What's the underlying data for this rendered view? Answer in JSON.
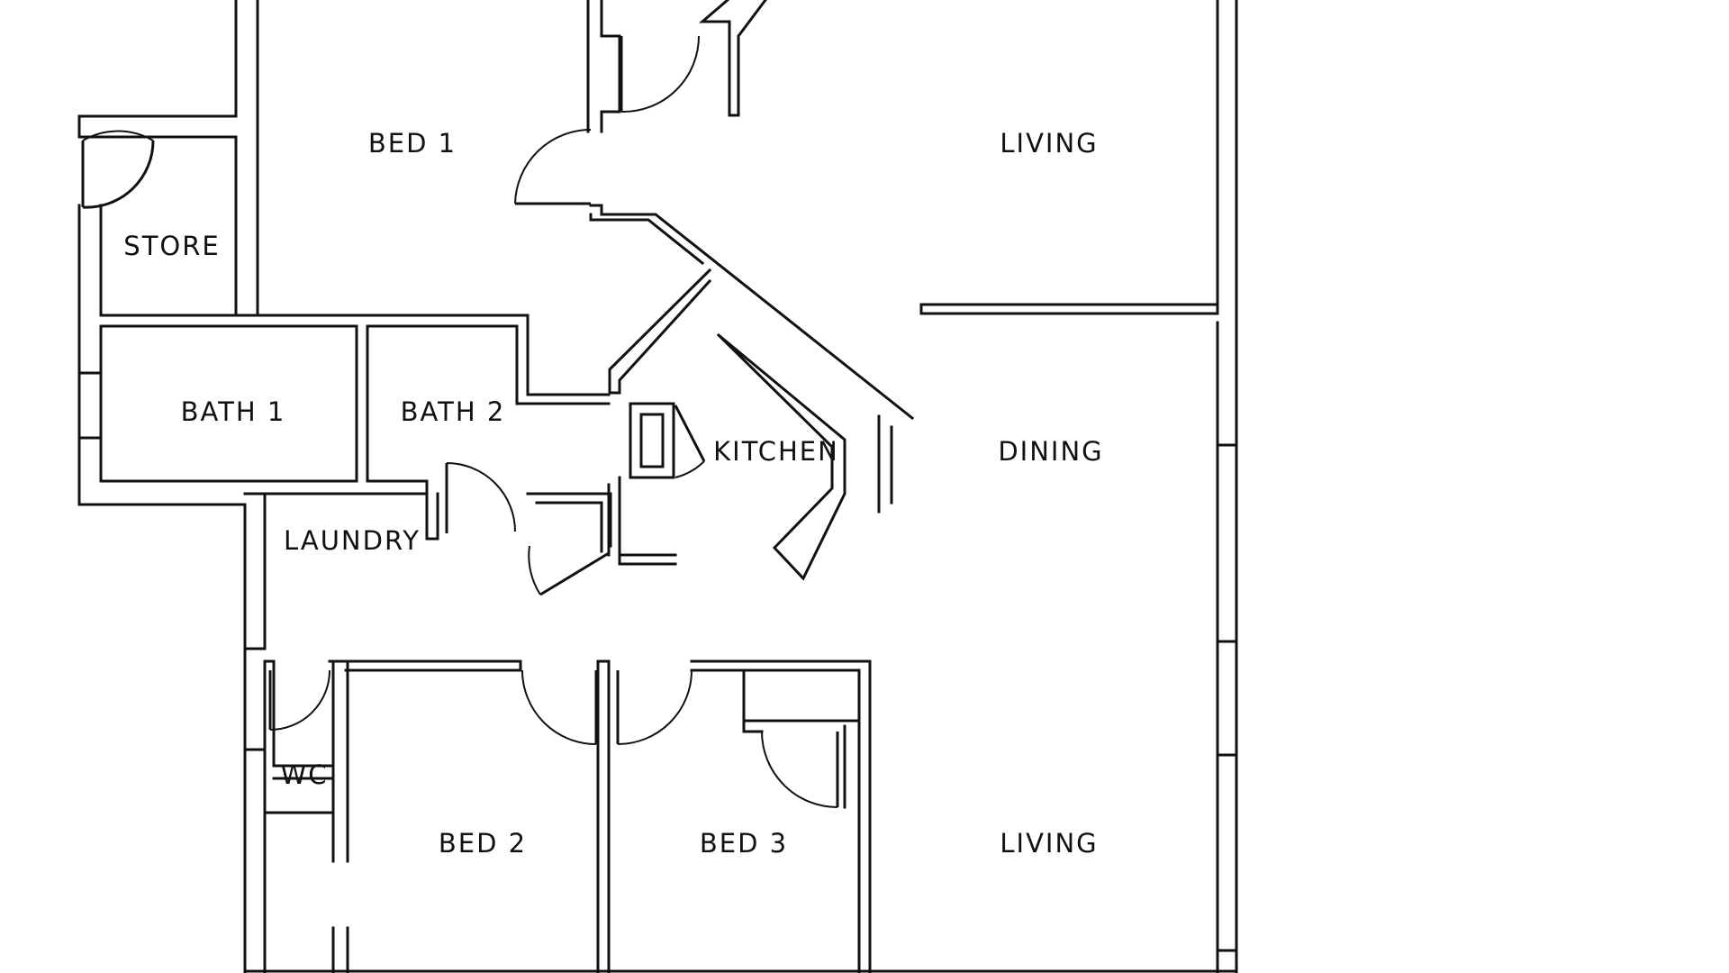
{
  "plan": {
    "colors": {
      "background": "#ffffff",
      "lines": "#111111"
    },
    "rooms": {
      "bed1": "BED 1",
      "living_top": "LIVING",
      "store": "STORE",
      "bath1": "BATH 1",
      "bath2": "BATH 2",
      "kitchen": "KITCHEN",
      "dining": "DINING",
      "laundry": "LAUNDRY",
      "wc": "WC",
      "bed2": "BED 2",
      "bed3": "BED 3",
      "living_bottom": "LIVING"
    }
  }
}
